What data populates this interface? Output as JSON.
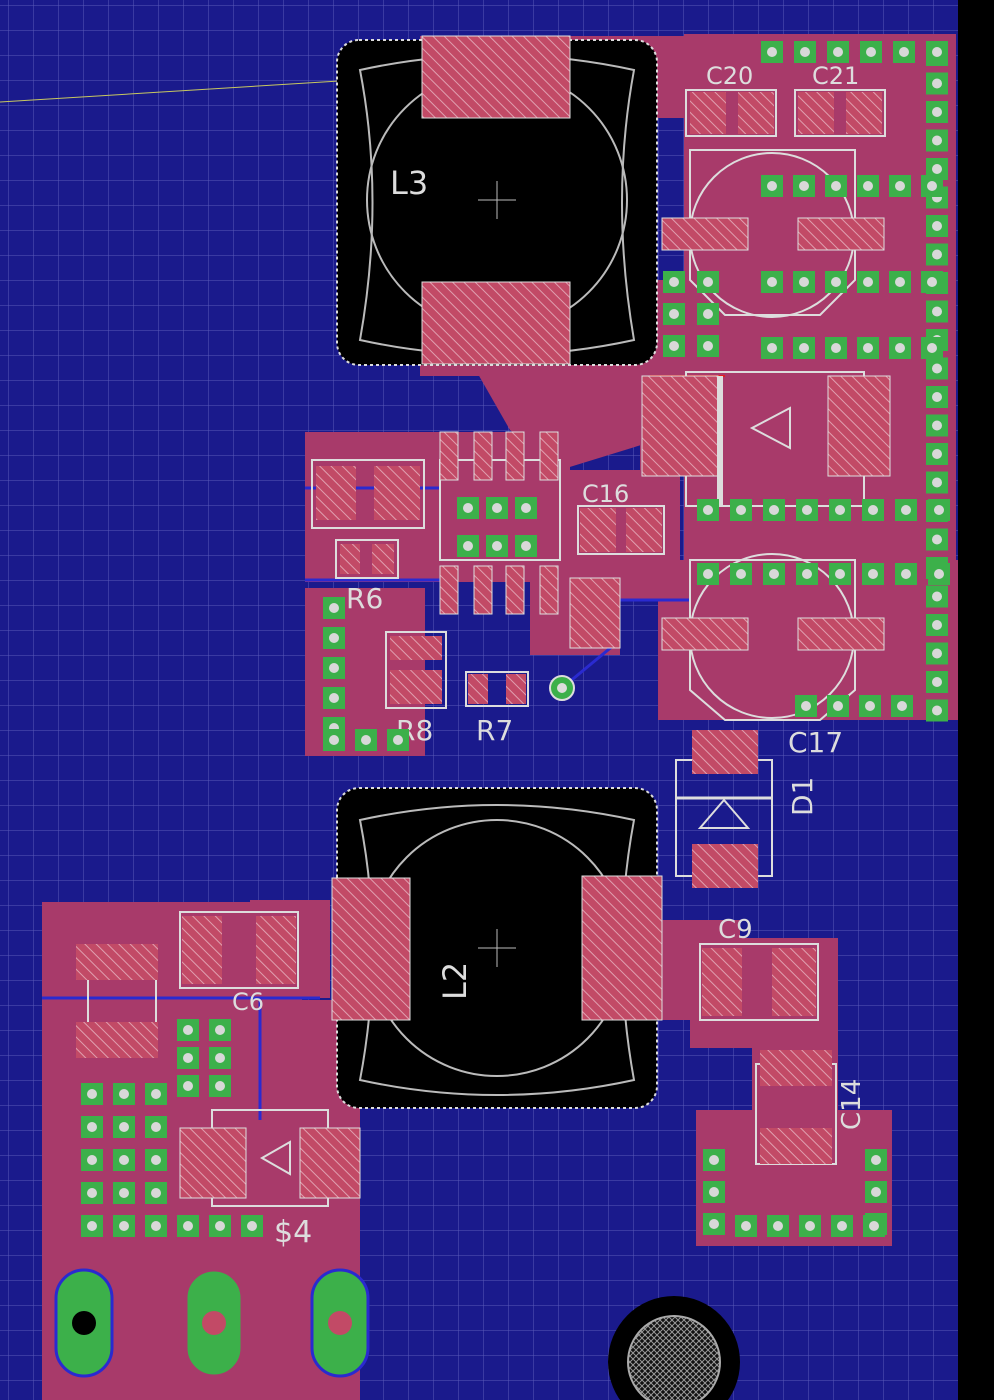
{
  "labels": {
    "L3": "L3",
    "L2": "L2",
    "C20": "C20",
    "C21": "C21",
    "C16": "C16",
    "R6": "R6",
    "R8": "R8",
    "R7": "R7",
    "C17": "C17",
    "D1": "D1",
    "C9": "C9",
    "C6": "C6",
    "C14": "C14",
    "S4": "$4"
  },
  "colors": {
    "background": "#1a1a8c",
    "grid": "#5a5ab8",
    "copper": "#a83a6a",
    "pad": "#c24a66",
    "hatch": "#e0a0b0",
    "silk": "#d8d8d8",
    "via": "#3cb04a",
    "hole": "#d8d8d8",
    "dark": "#000000",
    "trace": "#2a2ad0",
    "right_edge": "#000000"
  }
}
